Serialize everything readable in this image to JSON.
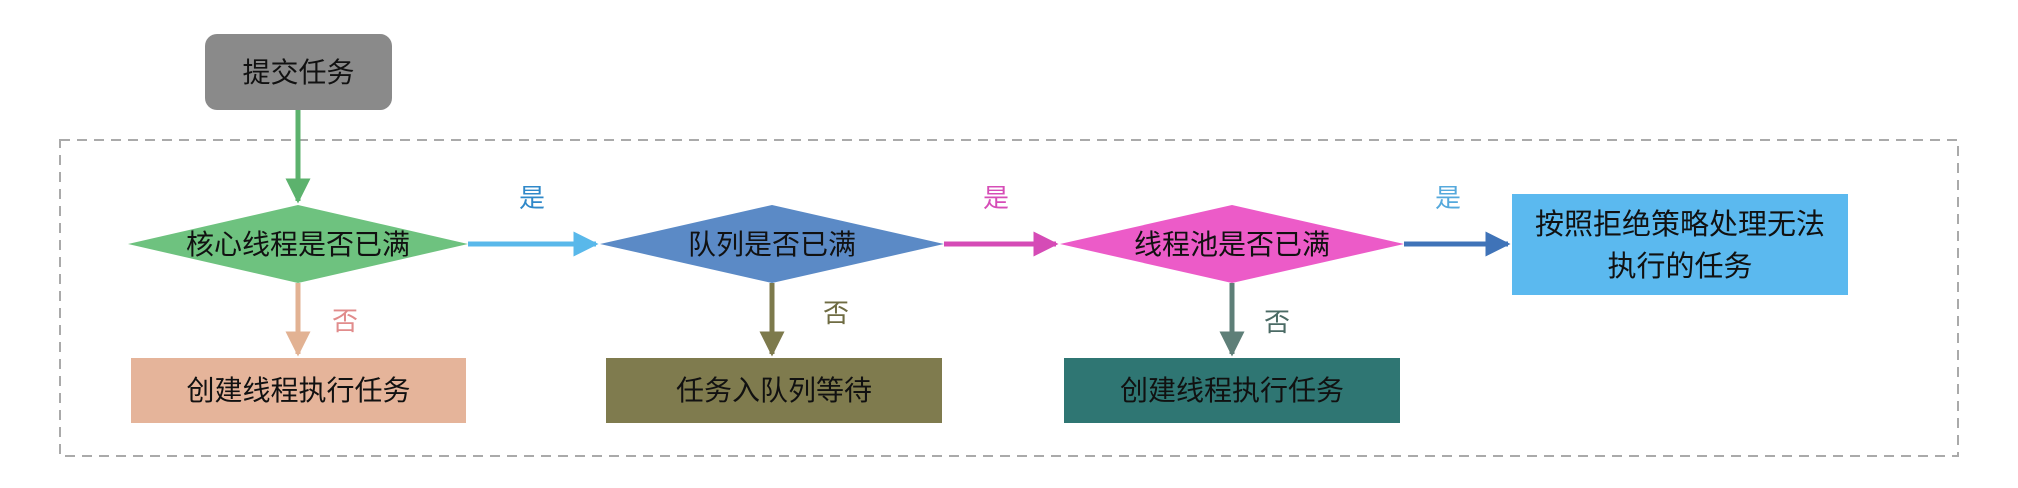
{
  "flowchart": {
    "start": {
      "label": "提交任务"
    },
    "decisions": [
      {
        "label": "核心线程是否已满"
      },
      {
        "label": "队列是否已满"
      },
      {
        "label": "线程池是否已满"
      }
    ],
    "actions": [
      {
        "label": "创建线程执行任务"
      },
      {
        "label": "任务入队列等待"
      },
      {
        "label": "创建线程执行任务"
      }
    ],
    "reject": {
      "label": "按照拒绝策略处理无法执行的任务"
    },
    "edge_labels": {
      "yes_1": "是",
      "yes_2": "是",
      "yes_3": "是",
      "no_1": "否",
      "no_2": "否",
      "no_3": "否"
    }
  },
  "colors": {
    "start": "#8a8a8a",
    "decision_1": "#6ec27f",
    "decision_2": "#5b8ac6",
    "decision_3": "#ec5bc8",
    "action_1": "#e5b49a",
    "action_2": "#7f7b4e",
    "action_3": "#2f7673",
    "reject": "#5bb9ef",
    "border": "#aaaaaa"
  }
}
